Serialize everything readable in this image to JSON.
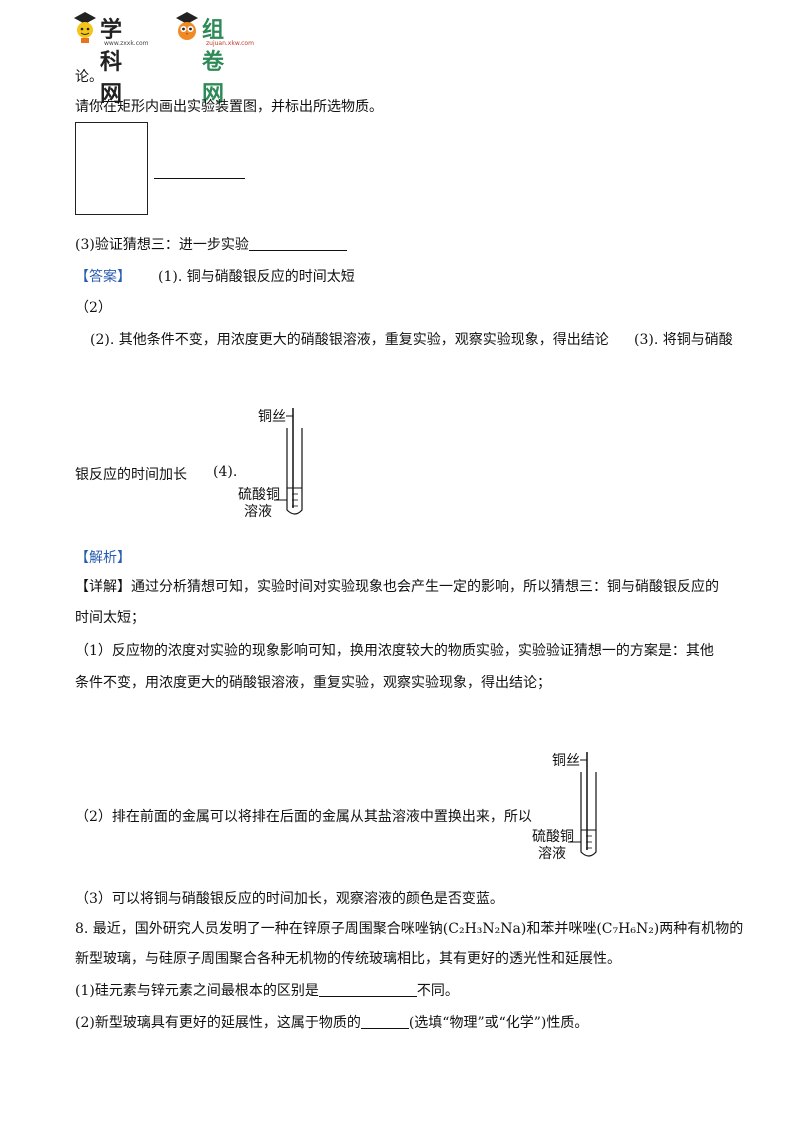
{
  "header": {
    "logo1_text": "学科网",
    "logo1_sub": "www.zxxk.com",
    "logo2_text": "组卷网",
    "logo2_sub": "zujuan.xkw.com"
  },
  "lines": {
    "l1": "论。",
    "l2": "请你在矩形内画出实验装置图，并标出所选物质。",
    "l3_prefix": "(3)验证猜想三：进一步实验",
    "answer_tag": "【答案】",
    "answer_1": "(1). 铜与硝酸银反应的时间太短",
    "answer_paren2": "（2）",
    "answer_2": "(2). 其他条件不变，用浓度更大的硝酸银溶液，重复实验，观察实验现象，得出结论",
    "answer_3_start": "(3). 将铜与硝酸",
    "answer_3_cont": "银反应的时间加长",
    "answer_4": "(4).",
    "analysis_tag": "【解析】",
    "detail_1": "【详解】通过分析猜想可知，实验时间对实验现象也会产生一定的影响，所以猜想三：铜与硝酸银反应的",
    "detail_2": "时间太短；",
    "p1_1": "（1）反应物的浓度对实验的现象影响可知，换用浓度较大的物质实验，实验验证猜想一的方案是：其他",
    "p1_2": "条件不变，用浓度更大的硝酸银溶液，重复实验，观察实验现象，得出结论；",
    "p2": "（2）排在前面的金属可以将排在后面的金属从其盐溶液中置换出来，所以",
    "p3": "（3）可以将铜与硝酸银反应的时间加长，观察溶液的颜色是否变蓝。",
    "q8_1": "8. 最近，国外研究人员发明了一种在锌原子周围聚合咪唑钠(C₂H₃N₂Na)和苯并咪唑(C₇H₆N₂)两种有机物的",
    "q8_2": "新型玻璃，与硅原子周围聚合各种无机物的传统玻璃相比，其有更好的透光性和延展性。",
    "q8_3_prefix": "(1)硅元素与锌元素之间最根本的区别是",
    "q8_3_suffix": "不同。",
    "q8_4_prefix": "(2)新型玻璃具有更好的延展性，这属于物质的",
    "q8_4_suffix": "(选填“物理”或“化学”)性质。"
  },
  "diagram": {
    "wire_label": "铜丝",
    "solution_label_1": "硫酸铜",
    "solution_label_2": "溶液"
  },
  "colors": {
    "tag_blue": "#2a5db0",
    "logo_orange": "#e8731b",
    "logo_green": "#2e8b57"
  }
}
